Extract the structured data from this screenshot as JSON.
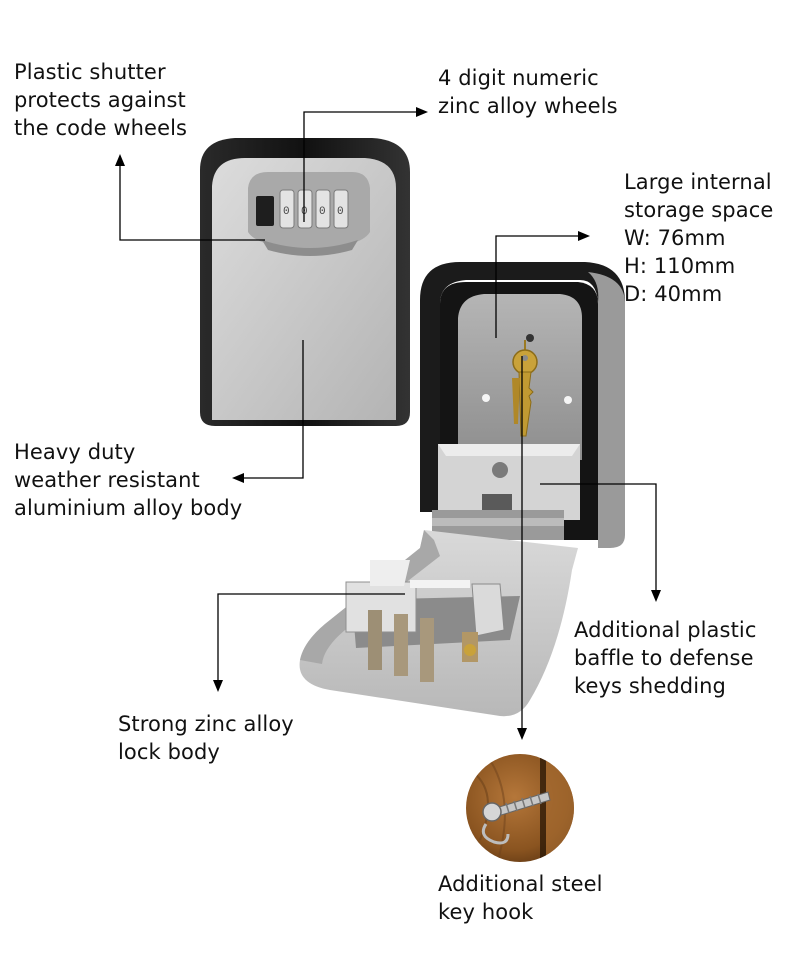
{
  "annotations": {
    "shutter": [
      "Plastic shutter",
      "protects against",
      "the code wheels"
    ],
    "wheels": [
      "4 digit numeric",
      "zinc alloy wheels"
    ],
    "storage": [
      "Large internal",
      "storage space",
      "W: 76mm",
      "H: 110mm",
      "D: 40mm"
    ],
    "body": [
      "Heavy duty",
      "weather resistant",
      "aluminium alloy body"
    ],
    "baffle": [
      "Additional plastic",
      "baffle to defense",
      "keys shedding"
    ],
    "lock_body": [
      "Strong zinc alloy",
      "lock body"
    ],
    "hook": [
      "Additional steel",
      "key hook"
    ]
  },
  "colors": {
    "case_black": "#1c1c1c",
    "panel_silver": "#c9c9c9",
    "inner_gray": "#9c9c9c",
    "brass": "#c9a23a",
    "wood": "#8b5a2b",
    "leader_line": "#000000"
  }
}
